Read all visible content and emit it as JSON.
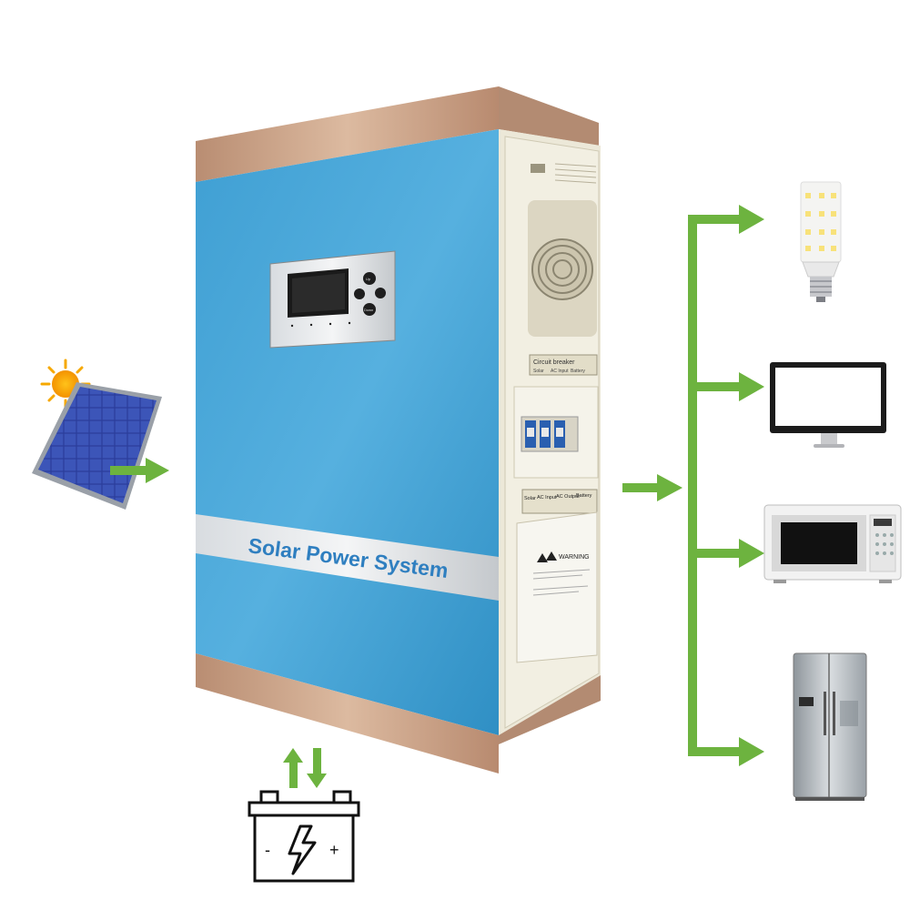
{
  "product": {
    "banner_text": "Solar Power System",
    "circuit_breaker_label": "Circuit breaker",
    "breaker_labels": [
      "Solar",
      "AC Input",
      "Battery"
    ],
    "terminal_labels": [
      "Solar",
      "AC Input",
      "AC Output",
      "Battery"
    ],
    "warning_label": "WARNING",
    "lcd_buttons": [
      "Up",
      "Down"
    ]
  },
  "battery_symbols": {
    "minus": "-",
    "plus": "+"
  },
  "appliances": [
    "light-bulb",
    "monitor",
    "microwave",
    "refrigerator"
  ],
  "colors": {
    "arrow_green": "#6db33f",
    "case_blue": "#4ea8d6",
    "trim_gold": "#c9a489",
    "side_cream": "#ece8d8",
    "sun_orange": "#f6a800",
    "panel_blue": "#2b3f9e"
  },
  "icons": [
    "sun-icon",
    "solar-panel-icon",
    "battery-icon",
    "arrow-icon"
  ]
}
